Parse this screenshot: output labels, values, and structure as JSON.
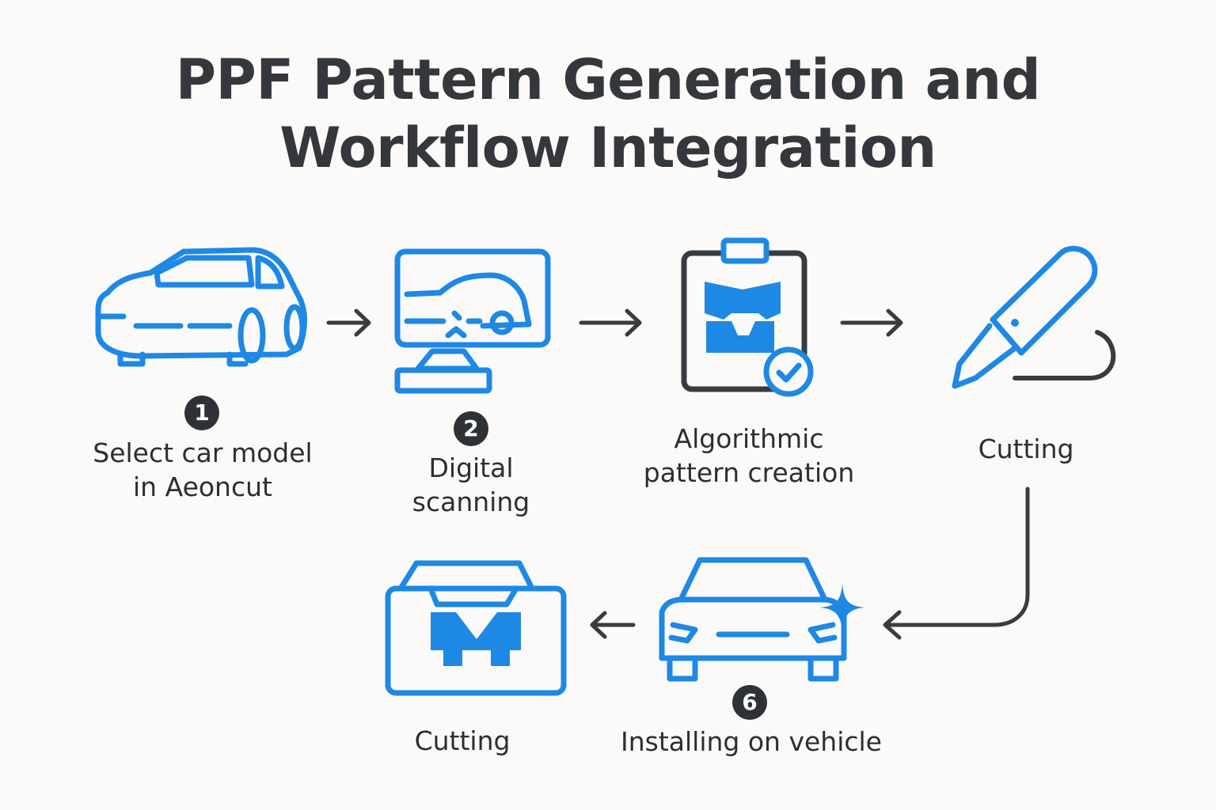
{
  "title": {
    "line1": "PPF Pattern Generation and",
    "line2": "Workflow Integration"
  },
  "colors": {
    "accent": "#1e88e5",
    "ink": "#383c40",
    "background": "#fbfaf8"
  },
  "steps": [
    {
      "badge": "1",
      "line1": "Select car model",
      "line2": "in Aeoncut",
      "icon": "car-side-icon"
    },
    {
      "badge": "2",
      "line1": "Digital",
      "line2": "scanning",
      "icon": "scanner-monitor-icon"
    },
    {
      "line1": "Algorithmic",
      "line2": "pattern creation",
      "icon": "clipboard-pattern-icon"
    },
    {
      "line1": "Cutting",
      "icon": "knife-cutter-icon"
    },
    {
      "line1": "Cutting",
      "icon": "plotter-cutting-icon"
    },
    {
      "badge": "6",
      "line1": "Installing on vehicle",
      "icon": "car-front-sparkle-icon"
    }
  ]
}
